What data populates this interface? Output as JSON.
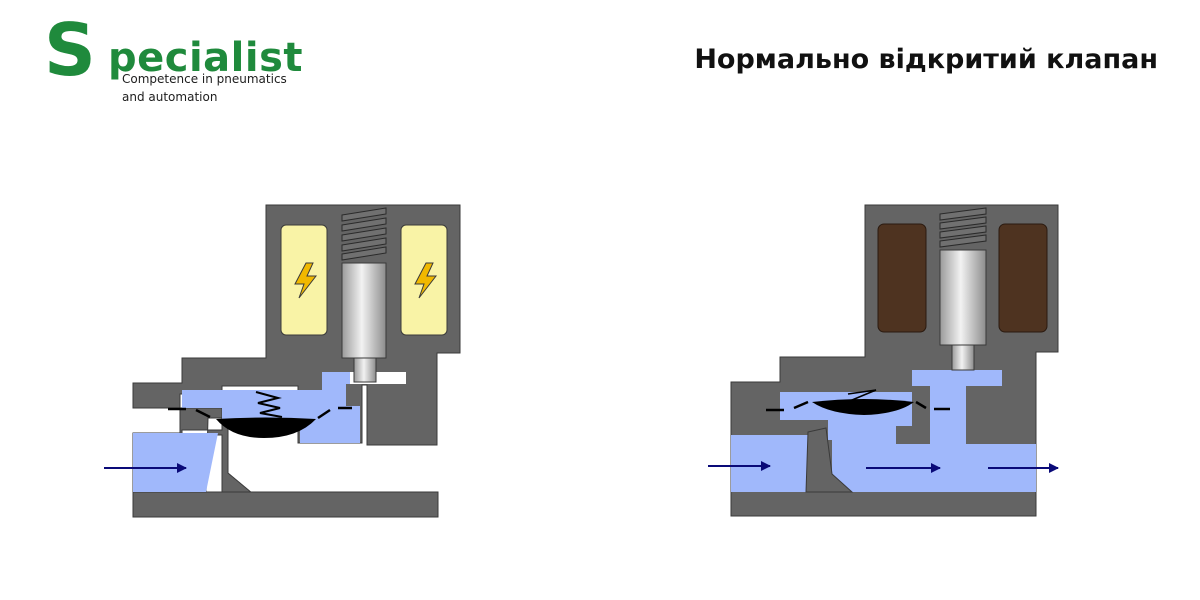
{
  "logo": {
    "brand": "Specialist",
    "brand_first_letter": "S",
    "brand_rest": "pecialist",
    "tagline_line1": "Competence in pneumatics",
    "tagline_line2": "and automation",
    "color": "#1f8a3c"
  },
  "title": "Нормально відкритий клапан",
  "colors": {
    "body": "#646464",
    "fluid": "#a0b8fb",
    "coil_energized": "#f9f3a6",
    "coil_deenergized": "#4e3320",
    "bolt": "#f0b800",
    "arrow": "#0a0a78",
    "plunger": "#d4d4d4"
  },
  "views": [
    {
      "state": "energized",
      "coil": "energized",
      "valve": "closed",
      "flow_arrows": 1
    },
    {
      "state": "de-energized",
      "coil": "de-energized",
      "valve": "open",
      "flow_arrows": 3
    }
  ]
}
